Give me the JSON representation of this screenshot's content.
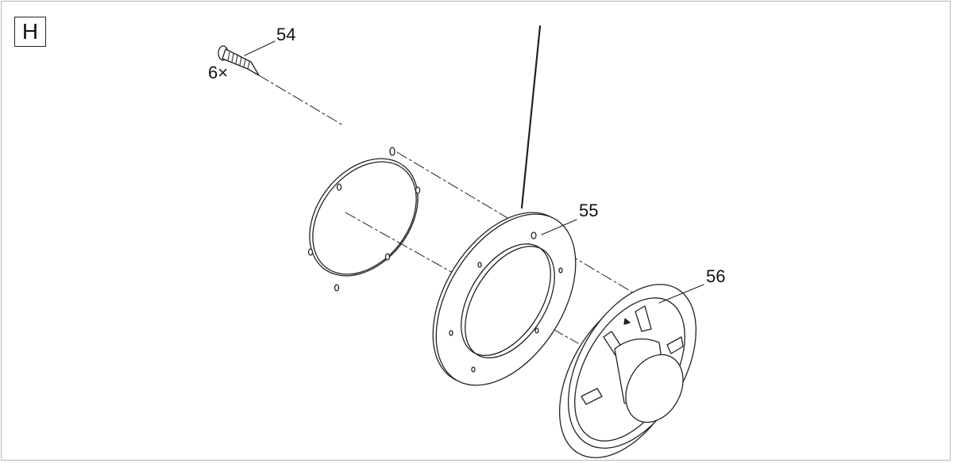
{
  "step_label": "H",
  "parts": [
    {
      "number": "54",
      "name": "screw"
    },
    {
      "number": "55",
      "name": "mounting ring"
    },
    {
      "number": "56",
      "name": "fan"
    }
  ],
  "quantity": "6×"
}
